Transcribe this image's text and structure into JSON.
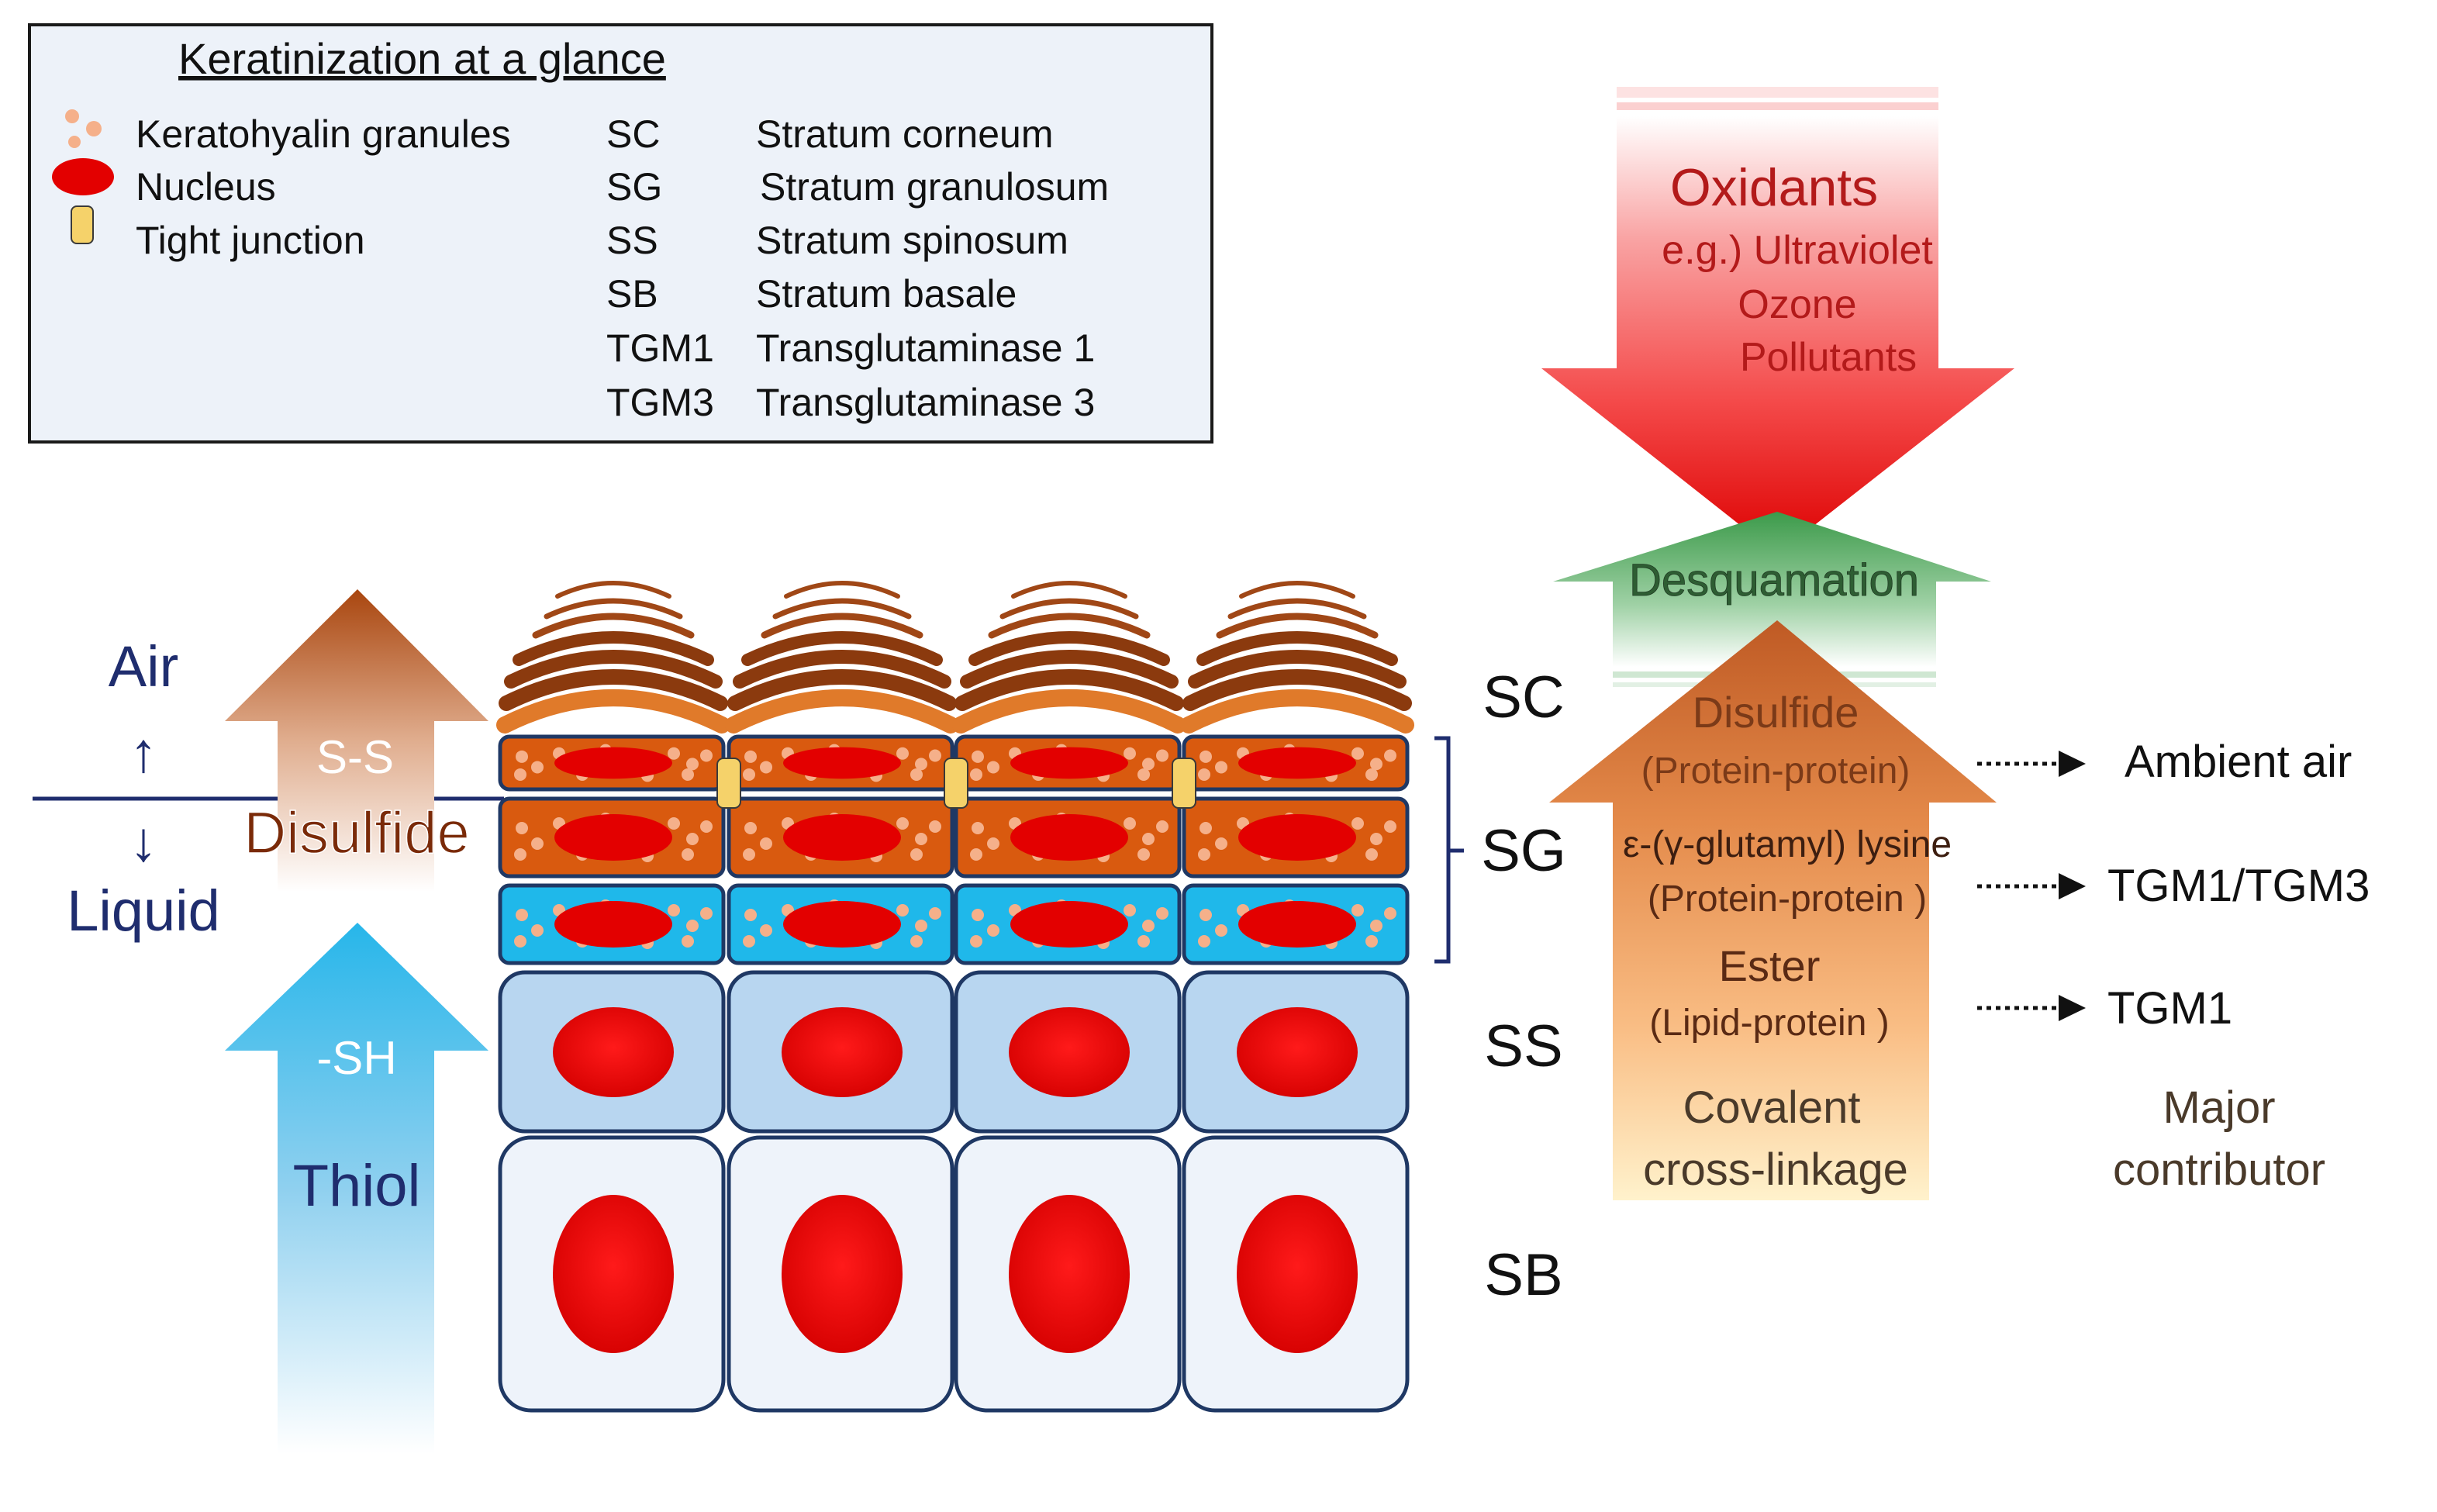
{
  "legend": {
    "title": "Keratinization at a glance",
    "symbols": [
      {
        "icon": "keratohyalin-granules-icon",
        "label": "Keratohyalin granules"
      },
      {
        "icon": "nucleus-icon",
        "label": "Nucleus"
      },
      {
        "icon": "tight-junction-icon",
        "label": "Tight junction"
      }
    ],
    "abbreviations": [
      {
        "abbr": "SC",
        "full": "Stratum corneum"
      },
      {
        "abbr": "SG",
        "full": "Stratum granulosum"
      },
      {
        "abbr": "SS",
        "full": "Stratum spinosum"
      },
      {
        "abbr": "SB",
        "full": "Stratum basale"
      },
      {
        "abbr": "TGM1",
        "full": "Transglutaminase 1"
      },
      {
        "abbr": "TGM3",
        "full": "Transglutaminase 3"
      }
    ]
  },
  "interface": {
    "air": "Air",
    "up_arrow": "↑",
    "down_arrow": "↓",
    "liquid": "Liquid"
  },
  "left_arrows": {
    "disulfide_symbol": "S-S",
    "disulfide": "Disulfide",
    "thiol_symbol": "-SH",
    "thiol": "Thiol"
  },
  "layers": {
    "sc": "SC",
    "sg": "SG",
    "ss": "SS",
    "sb": "SB"
  },
  "right_panel": {
    "oxidants": "Oxidants",
    "oxidant_examples": [
      "e.g.) Ultraviolet",
      "Ozone",
      "Pollutants"
    ],
    "desquamation": "Desquamation",
    "crosslinks": [
      {
        "name": "Disulfide",
        "type": "(Protein-protein)",
        "contributor": "Ambient air"
      },
      {
        "name": "ε-(γ-glutamyl) lysine",
        "type": "(Protein-protein )",
        "contributor": "TGM1/TGM3"
      },
      {
        "name": "Ester",
        "type": "(Lipid-protein )",
        "contributor": "TGM1"
      }
    ],
    "column_label_left": [
      "Covalent",
      "cross-linkage"
    ],
    "column_label_right": [
      "Major",
      "contributor"
    ]
  },
  "colors": {
    "nucleus": "#e30000",
    "granule": "#f5b08a",
    "sg_cell": "#d95a0f",
    "sg_basal_cell": "#1fb8ea",
    "ss_cell": "#b8d6f0",
    "sb_cell": "#eef3fa",
    "cell_border": "#1f3864",
    "tight_junction": "#f5d26a",
    "sc_corneocyte": "#8b3a0e",
    "oxidant_arrow": "#f23a3a",
    "desquamation_arrow": "#4ea55c",
    "crosslink_arrow": "#c8642a",
    "navy_text": "#1f2d6e"
  }
}
